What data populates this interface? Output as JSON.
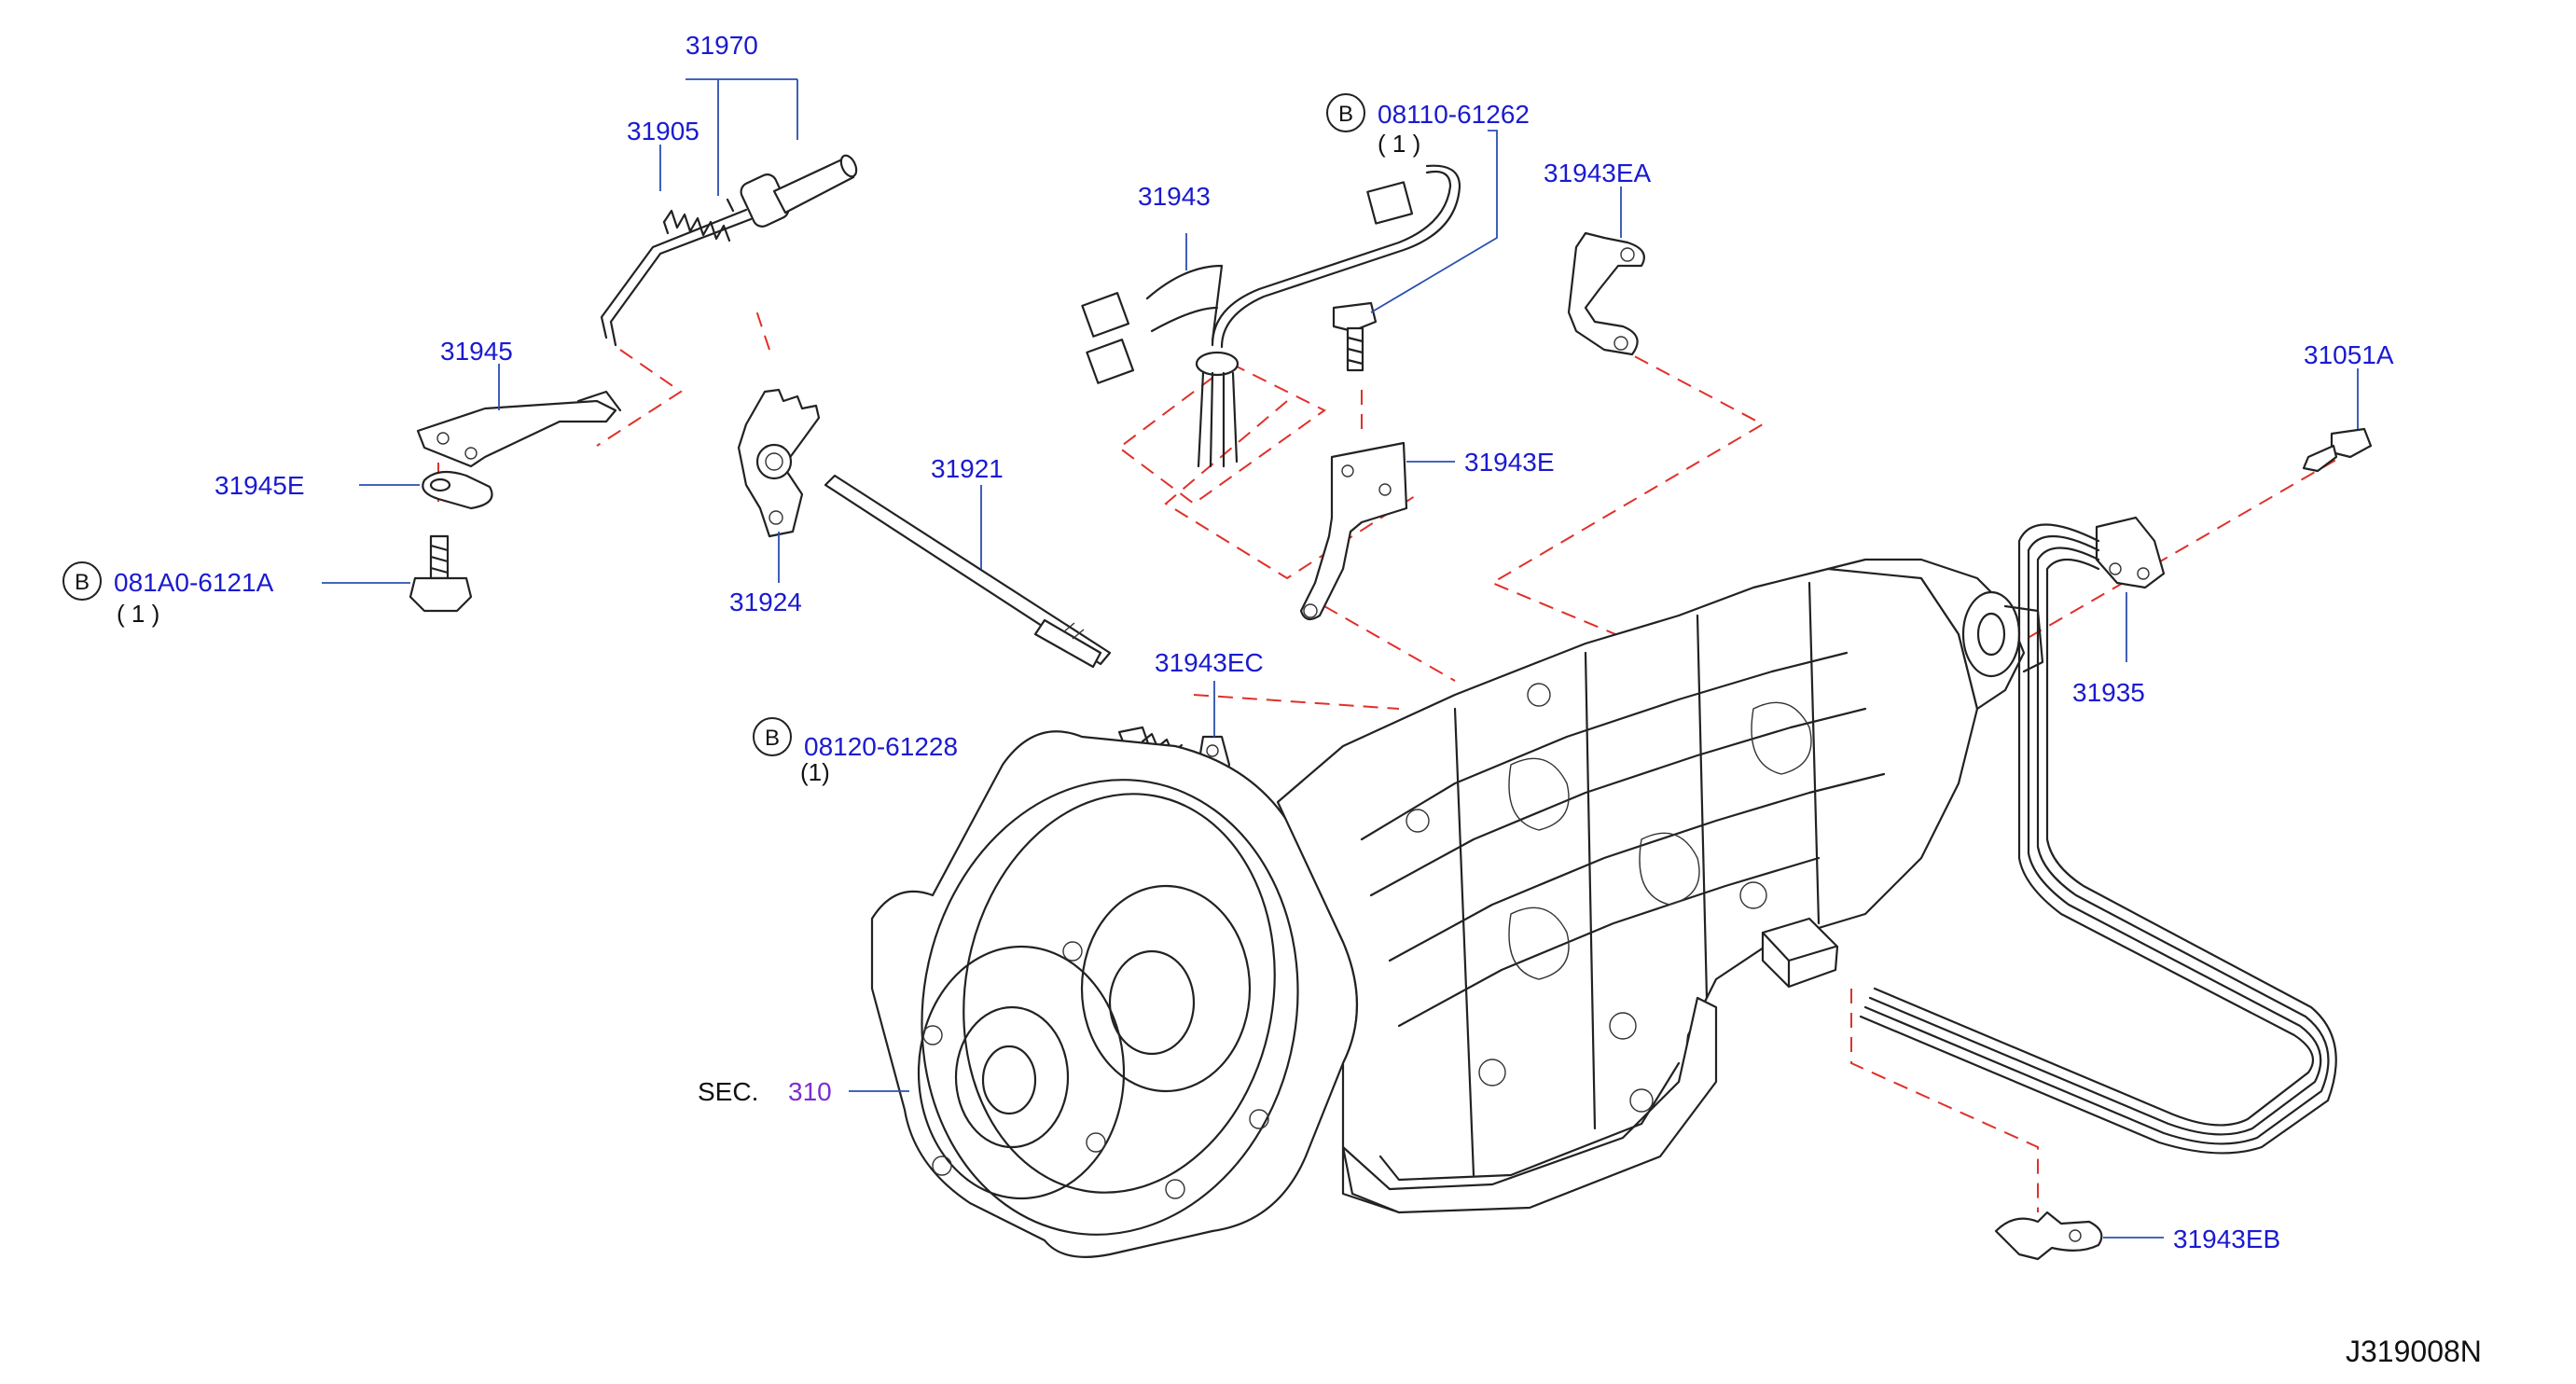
{
  "diagram_code": "J319008N",
  "labels": {
    "p31970": "31970",
    "p31905": "31905",
    "p31945": "31945",
    "p31945E": "31945E",
    "p081A0": "081A0-6121A",
    "p081A0_qty": "( 1 )",
    "p31924": "31924",
    "p31921": "31921",
    "p31943": "31943",
    "p08110": "08110-61262",
    "p08110_qty": "( 1 )",
    "p31943EA": "31943EA",
    "p31943E": "31943E",
    "p31943EC": "31943EC",
    "p08120": "08120-61228",
    "p08120_qty": "(1)",
    "p31051A": "31051A",
    "p31935": "31935",
    "sec_prefix": "SEC.",
    "sec_number": "310",
    "p31943EB": "31943EB"
  },
  "bolt_marker": "B",
  "colors": {
    "label_blue": "#1a1ad0",
    "leader_blue": "#2a4fae",
    "dashed_red": "#e0302a",
    "section_purple": "#7a2fd0",
    "line_black": "#222222"
  }
}
